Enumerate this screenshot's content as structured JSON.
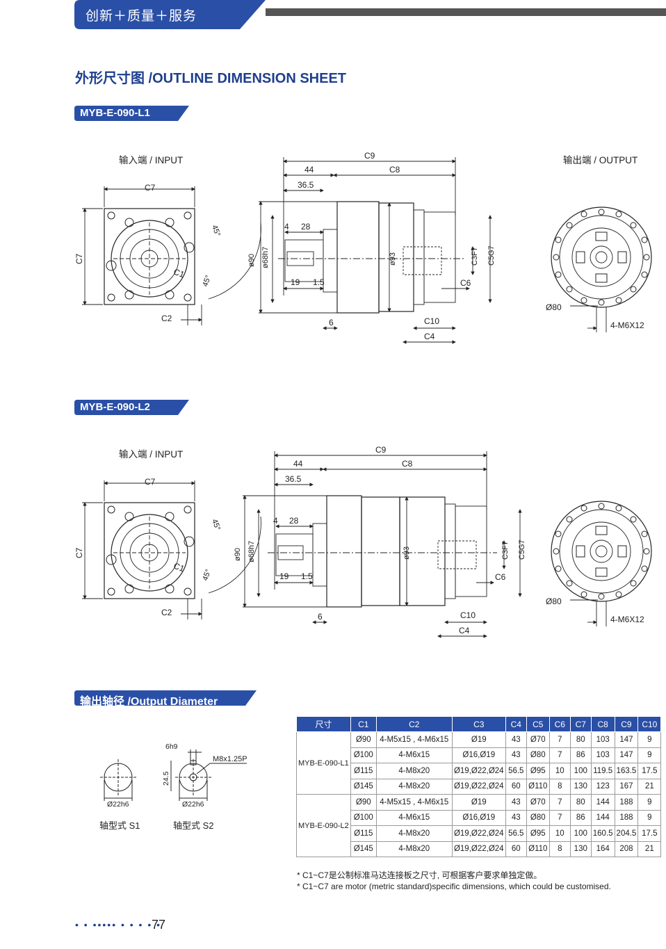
{
  "header": {
    "tagline": "创新＋质量＋服务"
  },
  "section": {
    "title": "外形尺寸图 /OUTLINE DIMENSION SHEET"
  },
  "model1": {
    "label": "MYB-E-090-L1",
    "input_label": "输入端 / INPUT",
    "output_label": "输出端 / OUTPUT",
    "dims": {
      "c7_top": "C7",
      "c7_side": "C7",
      "c1": "C1",
      "c2": "C2",
      "a45_top": "45°",
      "a45_bot": "45°",
      "c9": "C9",
      "d44": "44",
      "c8": "C8",
      "d365": "36.5",
      "d4": "4",
      "d28": "28",
      "phi90": "ø90",
      "phi68": "ø68h7",
      "phi93": "ø93",
      "d19": "19",
      "d15": "1.5",
      "d6": "6",
      "c3": "C3F7",
      "c5": "C5G7",
      "c6": "C6",
      "c10": "C10",
      "c4": "C4",
      "phi80": "Ø80",
      "bolt": "4-M6X12"
    }
  },
  "model2": {
    "label": "MYB-E-090-L2",
    "input_label": "输入端 / INPUT",
    "dims": {
      "c7_top": "C7",
      "c7_side": "C7",
      "c1": "C1",
      "c2": "C2",
      "a45_top": "45°",
      "a45_bot": "45°",
      "c9": "C9",
      "d44": "44",
      "c8": "C8",
      "d365": "36.5",
      "d4": "4",
      "d28": "28",
      "phi90": "ø90",
      "phi68": "ø68h7",
      "phi93": "ø93",
      "d19": "19",
      "d15": "1.5",
      "d6": "6",
      "c3": "C3F7",
      "c5": "C5G7",
      "c6": "C6",
      "c10": "C10",
      "c4": "C4",
      "phi80": "Ø80",
      "bolt": "4-M6X12"
    }
  },
  "output_diameter": {
    "label": "输出轴径 /Output Diameter",
    "s1": {
      "dia": "Ø22h6",
      "caption": "轴型式  S1"
    },
    "s2": {
      "dia": "Ø22h6",
      "key": "6h9",
      "height": "24.5",
      "thread": "M8x1.25P",
      "caption": "轴型式  S2"
    }
  },
  "table": {
    "headers": [
      "尺寸",
      "C1",
      "C2",
      "C3",
      "C4",
      "C5",
      "C6",
      "C7",
      "C8",
      "C9",
      "C10"
    ],
    "groups": [
      {
        "model": "MYB-E-090-L1",
        "rows": [
          [
            "Ø90",
            "4-M5x15 , 4-M6x15",
            "Ø19",
            "43",
            "Ø70",
            "7",
            "80",
            "103",
            "147",
            "9"
          ],
          [
            "Ø100",
            "4-M6x15",
            "Ø16,Ø19",
            "43",
            "Ø80",
            "7",
            "86",
            "103",
            "147",
            "9"
          ],
          [
            "Ø115",
            "4-M8x20",
            "Ø19,Ø22,Ø24",
            "56.5",
            "Ø95",
            "10",
            "100",
            "119.5",
            "163.5",
            "17.5"
          ],
          [
            "Ø145",
            "4-M8x20",
            "Ø19,Ø22,Ø24",
            "60",
            "Ø110",
            "8",
            "130",
            "123",
            "167",
            "21"
          ]
        ]
      },
      {
        "model": "MYB-E-090-L2",
        "rows": [
          [
            "Ø90",
            "4-M5x15 , 4-M6x15",
            "Ø19",
            "43",
            "Ø70",
            "7",
            "80",
            "144",
            "188",
            "9"
          ],
          [
            "Ø100",
            "4-M6x15",
            "Ø16,Ø19",
            "43",
            "Ø80",
            "7",
            "86",
            "144",
            "188",
            "9"
          ],
          [
            "Ø115",
            "4-M8x20",
            "Ø19,Ø22,Ø24",
            "56.5",
            "Ø95",
            "10",
            "100",
            "160.5",
            "204.5",
            "17.5"
          ],
          [
            "Ø145",
            "4-M8x20",
            "Ø19,Ø22,Ø24",
            "60",
            "Ø110",
            "8",
            "130",
            "164",
            "208",
            "21"
          ]
        ]
      }
    ]
  },
  "notes": {
    "cn": "* C1~C7是公制标准马达连接板之尺寸, 可根据客户要求单独定做。",
    "en": "* C1~C7 are motor (metric standard)specific dimensions, which could be customised."
  },
  "footer": {
    "dots": "• • ••••• • • • • •",
    "page": "77"
  },
  "colors": {
    "brand_blue": "#2a4fa6",
    "title_blue": "#1e3f8f",
    "bar_gray": "#555555"
  }
}
